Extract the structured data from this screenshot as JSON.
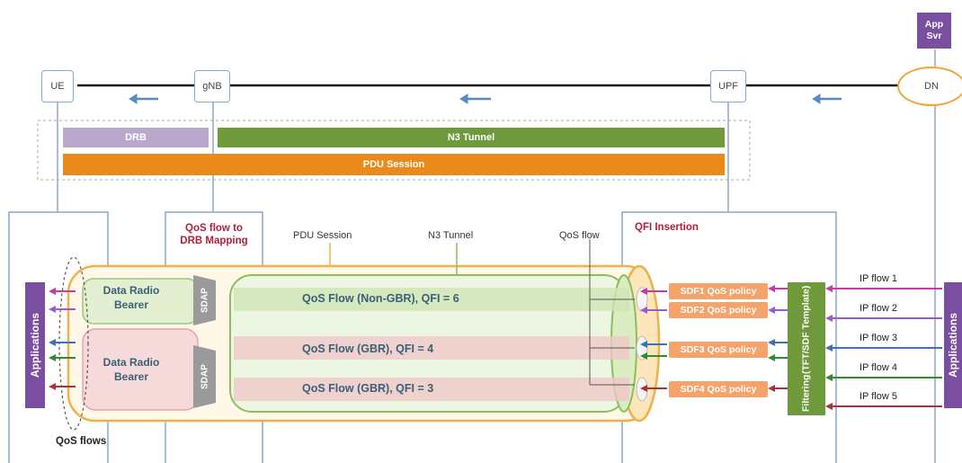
{
  "top_chain": {
    "ue": "UE",
    "gnb": "gNB",
    "upf": "UPF",
    "dn": "DN",
    "app_svr_line1": "App",
    "app_svr_line2": "Svr"
  },
  "bars": {
    "drb": "DRB",
    "n3_tunnel": "N3 Tunnel",
    "pdu_session": "PDU Session"
  },
  "labels": {
    "qos_mapping_line1": "QoS flow to",
    "qos_mapping_line2": "DRB Mapping",
    "pdu_session": "PDU Session",
    "n3_tunnel": "N3 Tunnel",
    "qos_flow": "QoS flow",
    "qfi_insertion": "QFI Insertion",
    "qos_flows": "QoS flows"
  },
  "drb_blocks": [
    {
      "line1": "Data Radio",
      "line2": "Bearer"
    },
    {
      "line1": "Data Radio",
      "line2": "Bearer"
    }
  ],
  "sdap": "SDAP",
  "flows": [
    {
      "label": "QoS Flow (Non-GBR), QFI = 6"
    },
    {
      "label": "QoS Flow (GBR), QFI = 4"
    },
    {
      "label": "QoS Flow (GBR), QFI = 3"
    }
  ],
  "sdf_policies": [
    "SDF1 QoS policy",
    "SDF2 QoS policy",
    "SDF3 QoS policy",
    "SDF4 QoS policy"
  ],
  "filtering_line1": "Filtering",
  "filtering_line2": "(TFT/SDF Template)",
  "ip_flows": [
    "IP flow 1",
    "IP flow 2",
    "IP flow 3",
    "IP flow 4",
    "IP flow 5"
  ],
  "applications": "Applications",
  "colors": {
    "purple": "#7b4fa0",
    "green": "#6f9a3c",
    "orange": "#e98a1b",
    "drb_light": "#b9a7cc",
    "sdf": "#f4a36a",
    "node_border": "#8aa7c8"
  }
}
